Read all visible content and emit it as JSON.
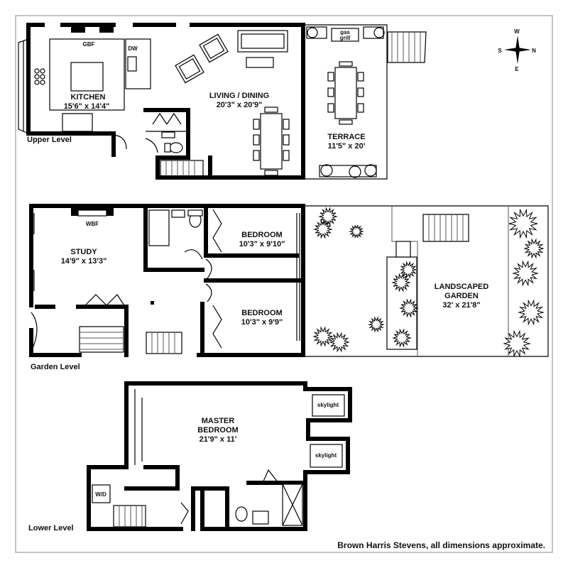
{
  "compass": {
    "n": "N",
    "s": "S",
    "e": "E",
    "w": "W"
  },
  "levels": {
    "upper": {
      "label": "Upper Level",
      "kitchen": {
        "name": "KITCHEN",
        "dims": "15'6\" x 14'4\""
      },
      "living": {
        "name": "LIVING / DINING",
        "dims": "20'3\" x 20'9\""
      },
      "terrace": {
        "name": "TERRACE",
        "dims": "11'5\" x 20'"
      },
      "gbf": "GBF",
      "dw": "DW",
      "gas_grill_1": "gas",
      "gas_grill_2": "grill"
    },
    "garden": {
      "label": "Garden Level",
      "study": {
        "name": "STUDY",
        "dims": "14'9\" x 13'3\""
      },
      "wbf": "WBF",
      "bedroom1": {
        "name": "BEDROOM",
        "dims": "10'3\" x 9'10\""
      },
      "bedroom2": {
        "name": "BEDROOM",
        "dims": "10'3\" x 9'9\""
      },
      "garden": {
        "name1": "LANDSCAPED",
        "name2": "GARDEN",
        "dims": "32' x 21'8\""
      }
    },
    "lower": {
      "label": "Lower Level",
      "master": {
        "name1": "MASTER",
        "name2": "BEDROOM",
        "dims": "21'9\" x 11'"
      },
      "skylight1": "skylight",
      "skylight2": "skylight",
      "wd": "W/D"
    }
  },
  "footer": "Brown Harris Stevens, all dimensions approximate."
}
